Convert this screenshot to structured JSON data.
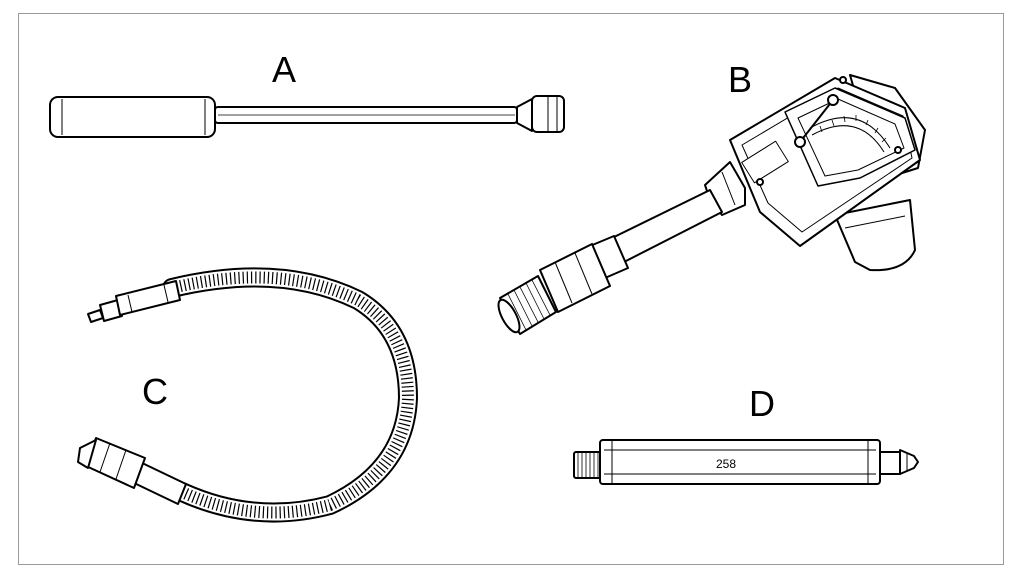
{
  "labels": {
    "a": "A",
    "b": "B",
    "c": "C",
    "d": "D"
  },
  "tool_d": {
    "marking": "258"
  },
  "colors": {
    "line": "#000000",
    "fill": "#ffffff",
    "border": "#9a9a9a"
  }
}
